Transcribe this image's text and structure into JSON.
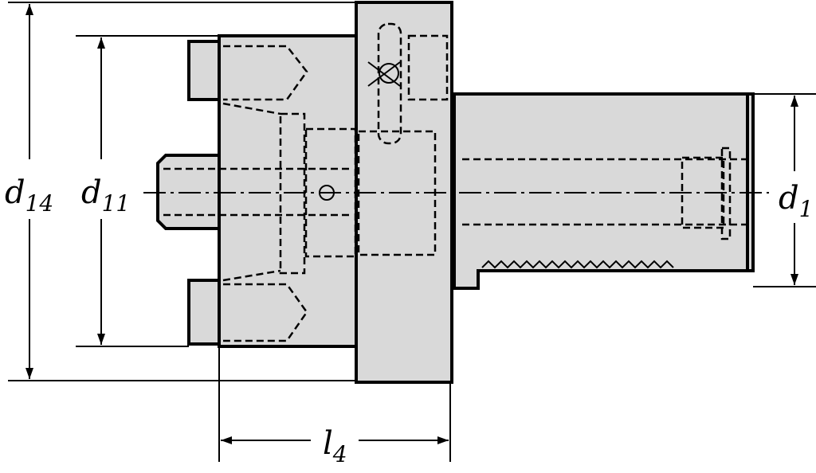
{
  "dimensions": {
    "d14": {
      "symbol": "d",
      "sub": "14"
    },
    "d11": {
      "symbol": "d",
      "sub": "11"
    },
    "d1": {
      "symbol": "d",
      "sub": "1"
    },
    "l4": {
      "symbol": "l",
      "sub": "4"
    }
  }
}
